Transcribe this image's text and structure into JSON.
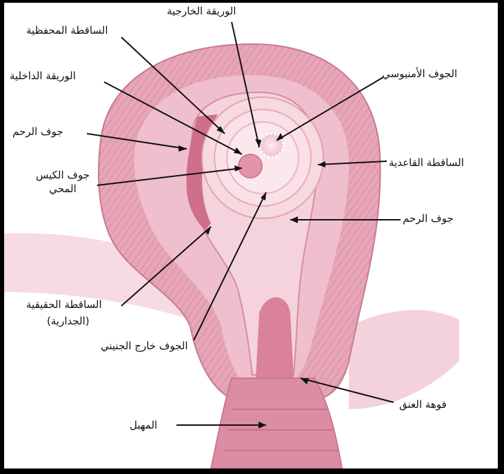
{
  "labels": {
    "outer_layer": "الوريقة الخارجية",
    "capsular_decidua": "الساقطة المحفظية",
    "inner_layer": "الوريقة الداخلية",
    "amniotic_cavity": "الجوف الأمنيوسي",
    "uterine_cavity_left": "جوف الرحم",
    "basal_decidua": "الساقطة القاعدية",
    "yolk_sac_cavity": "جوف الكيس المحي",
    "uterine_cavity_right": "جوف الرحم",
    "parietal_decidua_line1": "الساقطة الحقيقية",
    "parietal_decidua_line2": "(الجدارية)",
    "extraembryonic_coelom": "الجوف خارج الجنيني",
    "cervical_os": "فوهة العنق",
    "vagina": "المهبل"
  },
  "colors": {
    "background": "#ffffff",
    "border": "#000000",
    "tissue_light": "#f7dde4",
    "tissue_mid": "#e8a9b9",
    "tissue_dark": "#d77f97",
    "cavity": "#f2c8d4",
    "line": "#111111"
  }
}
